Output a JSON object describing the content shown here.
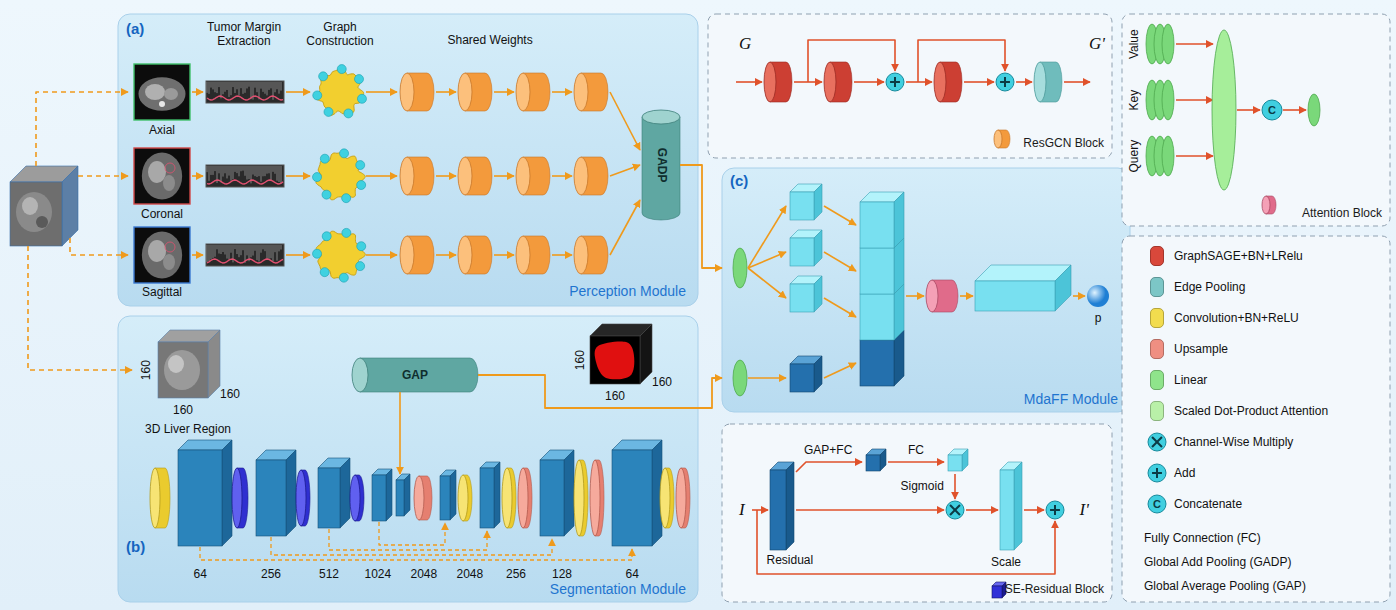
{
  "diagram": {
    "nodes": [
      {
        "text": [
          "(a)",
          "Perception Module"
        ]
      },
      {
        "text": [
          "Axial"
        ],
        "in": 0
      },
      {
        "text": [
          "Coronal"
        ],
        "in": 0
      },
      {
        "text": [
          "Sagittal"
        ],
        "in": 0
      },
      {
        "text": [
          "GADP"
        ],
        "in": 0
      },
      {
        "text": [
          "(b)",
          "Segmentation Module"
        ]
      },
      {
        "text": [
          "3D Liver Region"
        ],
        "in": 5
      },
      {
        "text": [
          "GAP"
        ],
        "in": 5
      },
      {
        "text": [
          "(c)",
          "MdaFF Module"
        ]
      },
      {
        "text": [
          "p"
        ],
        "in": 8
      },
      {
        "text": [
          "ResGCN Block"
        ]
      },
      {
        "text": [
          "Attention Block"
        ]
      },
      {
        "text": [
          "SE-Residual Block"
        ]
      }
    ],
    "edges": [
      {
        "from": 4,
        "to": 8,
        "arrow": "to"
      },
      {
        "from": 7,
        "to": 8,
        "arrow": "to"
      }
    ],
    "labels": [
      "Tumor Margin Extraction",
      "Graph Construction",
      "Shared Weights",
      "G",
      "G'",
      "Value",
      "Key",
      "Query",
      "C",
      "I",
      "GAP+FC",
      "FC",
      "Sigmoid",
      "Residual",
      "Scale",
      "I'",
      "160",
      "160",
      "160",
      "160",
      "160",
      "160",
      "64",
      "256",
      "512",
      "1024",
      "2048",
      "2048",
      "256",
      "128",
      "64",
      "C",
      "Fully Connection (FC)",
      "Global Add Pooling (GADP)",
      "Global Average Pooling (GAP)"
    ],
    "legend": [
      {
        "text": "GraphSAGE+BN+LRelu",
        "color": "#d9483b"
      },
      {
        "text": "Edge Pooling",
        "color": "#7cc6c6"
      },
      {
        "text": "Convolution+BN+ReLU",
        "color": "#f2dc4e"
      },
      {
        "text": "Upsample",
        "color": "#ef8f82"
      },
      {
        "text": "Linear",
        "color": "#8fe48b"
      },
      {
        "text": "Scaled Dot-Product Attention",
        "color": "#b9f0a8"
      },
      {
        "text": "Channel-Wise Multiply"
      },
      {
        "text": "Add"
      },
      {
        "text": "Concatenate"
      }
    ]
  }
}
